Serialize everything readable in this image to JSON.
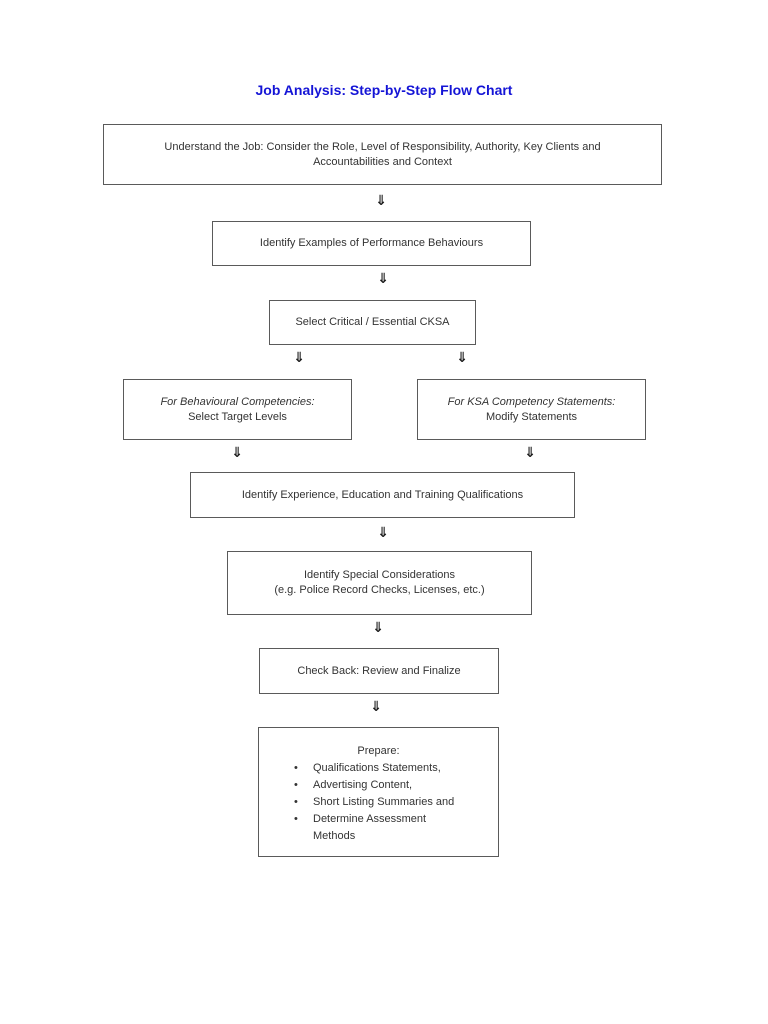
{
  "title": "Job Analysis: Step-by-Step Flow Chart",
  "colors": {
    "title_blue": "#1414D6",
    "box_border": "#5a5a5a",
    "text": "#333333",
    "background": "#ffffff"
  },
  "icons": {
    "down_arrow": "⇓",
    "bullet": "•"
  },
  "flowchart": {
    "understand_job": {
      "line1": "Understand the Job: Consider the Role, Level of Responsibility, Authority, Key Clients and",
      "line2": "Accountabilities and Context"
    },
    "identify_examples": "Identify Examples of Performance Behaviours",
    "select_cksa": "Select Critical / Essential CKSA",
    "behavioural": {
      "heading": "For Behavioural Competencies:",
      "body": "Select Target Levels"
    },
    "ksa": {
      "heading": "For KSA Competency Statements:",
      "body": "Modify Statements"
    },
    "qualifications": "Identify Experience, Education and Training Qualifications",
    "special_considerations": {
      "line1": "Identify Special Considerations",
      "line2": "(e.g. Police Record Checks, Licenses, etc.)"
    },
    "check_back": "Check Back: Review and Finalize",
    "prepare": {
      "heading": "Prepare:",
      "items": [
        "Qualifications Statements,",
        "Advertising Content,",
        "Short Listing Summaries and",
        "Determine Assessment Methods"
      ]
    }
  }
}
